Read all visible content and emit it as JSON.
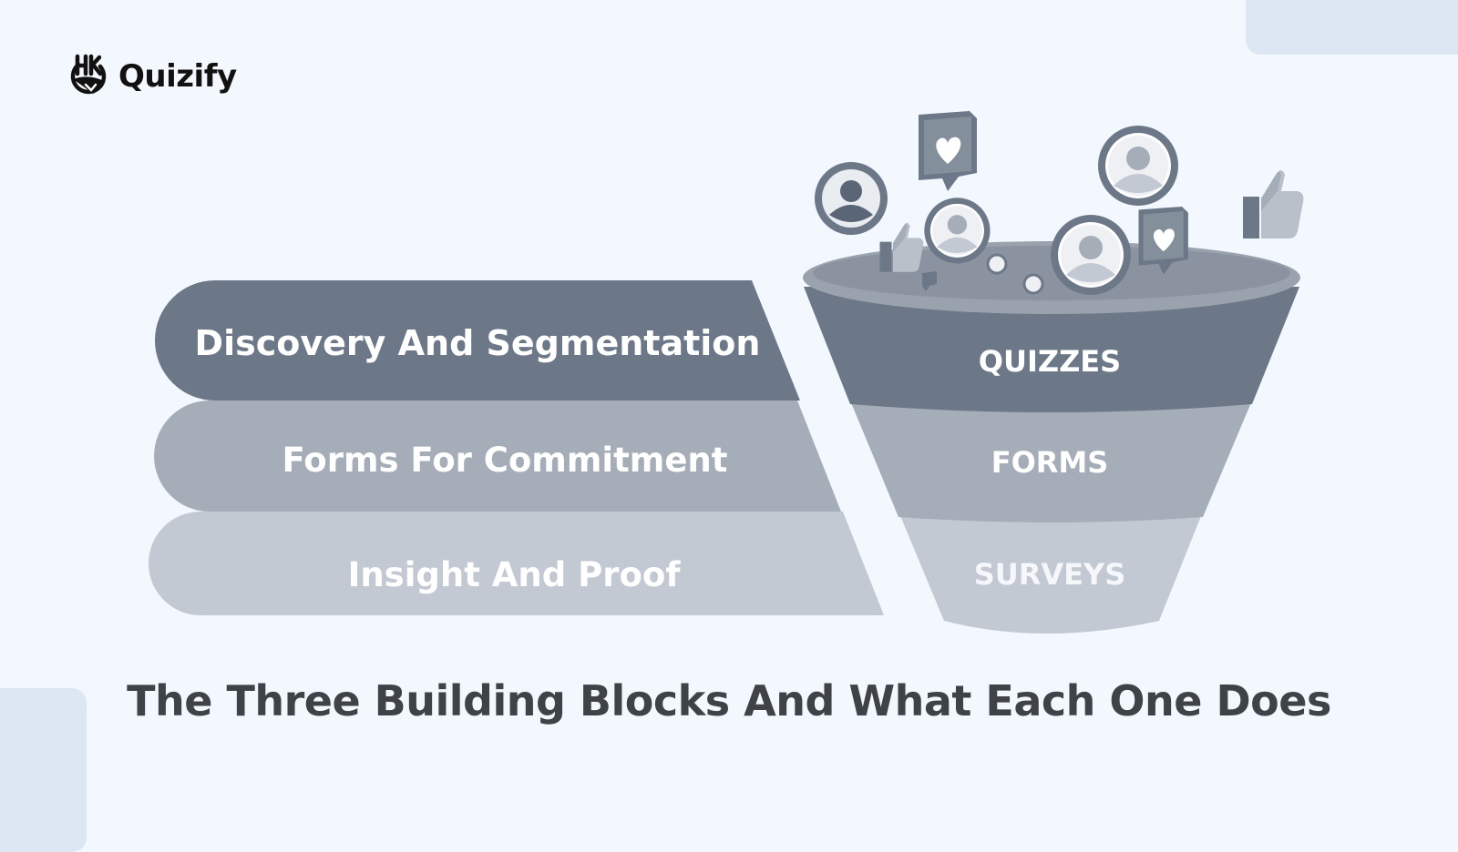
{
  "brand": {
    "name": "Quizify",
    "logo_icon": "quizify-logo-icon"
  },
  "bands": [
    {
      "label": "Discovery And Segmentation",
      "color": "#6c7888"
    },
    {
      "label": "Forms For Commitment",
      "color": "#a5adb8"
    },
    {
      "label": "Insight And Proof",
      "color": "#c3c9d2"
    }
  ],
  "funnel": {
    "rim_color": "#9aa2ad",
    "sections": [
      {
        "label": "QUIZZES",
        "color": "#6c7888"
      },
      {
        "label": "FORMS",
        "color": "#a5adb8"
      },
      {
        "label": "SURVEYS",
        "color": "#c3c9d2"
      }
    ],
    "icons": [
      "user-avatar-icon",
      "chat-heart-icon",
      "thumbs-up-icon"
    ]
  },
  "caption": "The Three Building Blocks And What Each One Does",
  "colors": {
    "background": "#f2f8fd",
    "corner_accent": "#dde6f3",
    "caption_text": "#3f4247"
  }
}
